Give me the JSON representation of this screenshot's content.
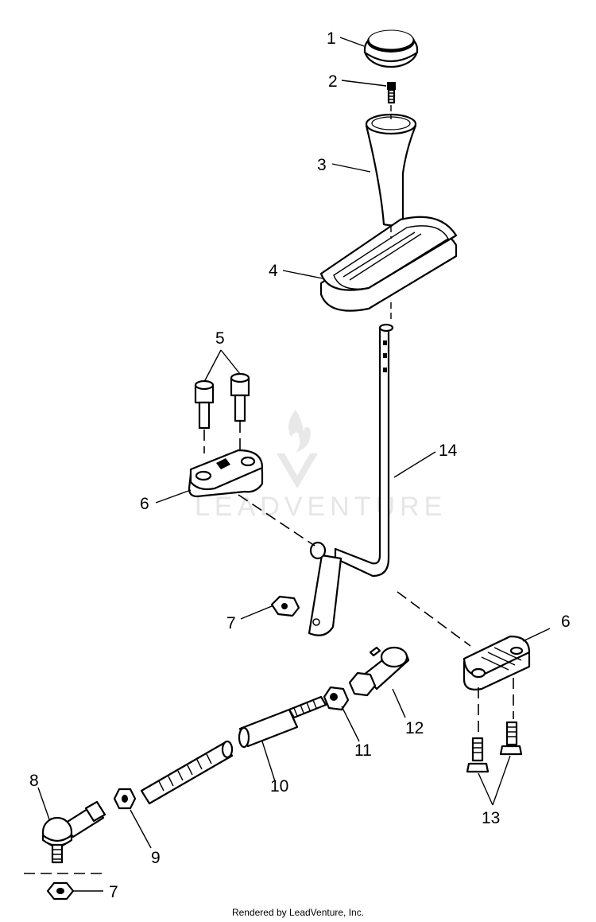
{
  "diagram": {
    "labels": {
      "part_1": "1",
      "part_2": "2",
      "part_3": "3",
      "part_4": "4",
      "part_5": "5",
      "part_6_left": "6",
      "part_6_right": "6",
      "part_7_upper": "7",
      "part_7_lower": "7",
      "part_8": "8",
      "part_9": "9",
      "part_10": "10",
      "part_11": "11",
      "part_12": "12",
      "part_13": "13",
      "part_14": "14"
    },
    "watermark": "LEADVENTURE",
    "credit": "Rendered by LeadVenture, Inc."
  }
}
